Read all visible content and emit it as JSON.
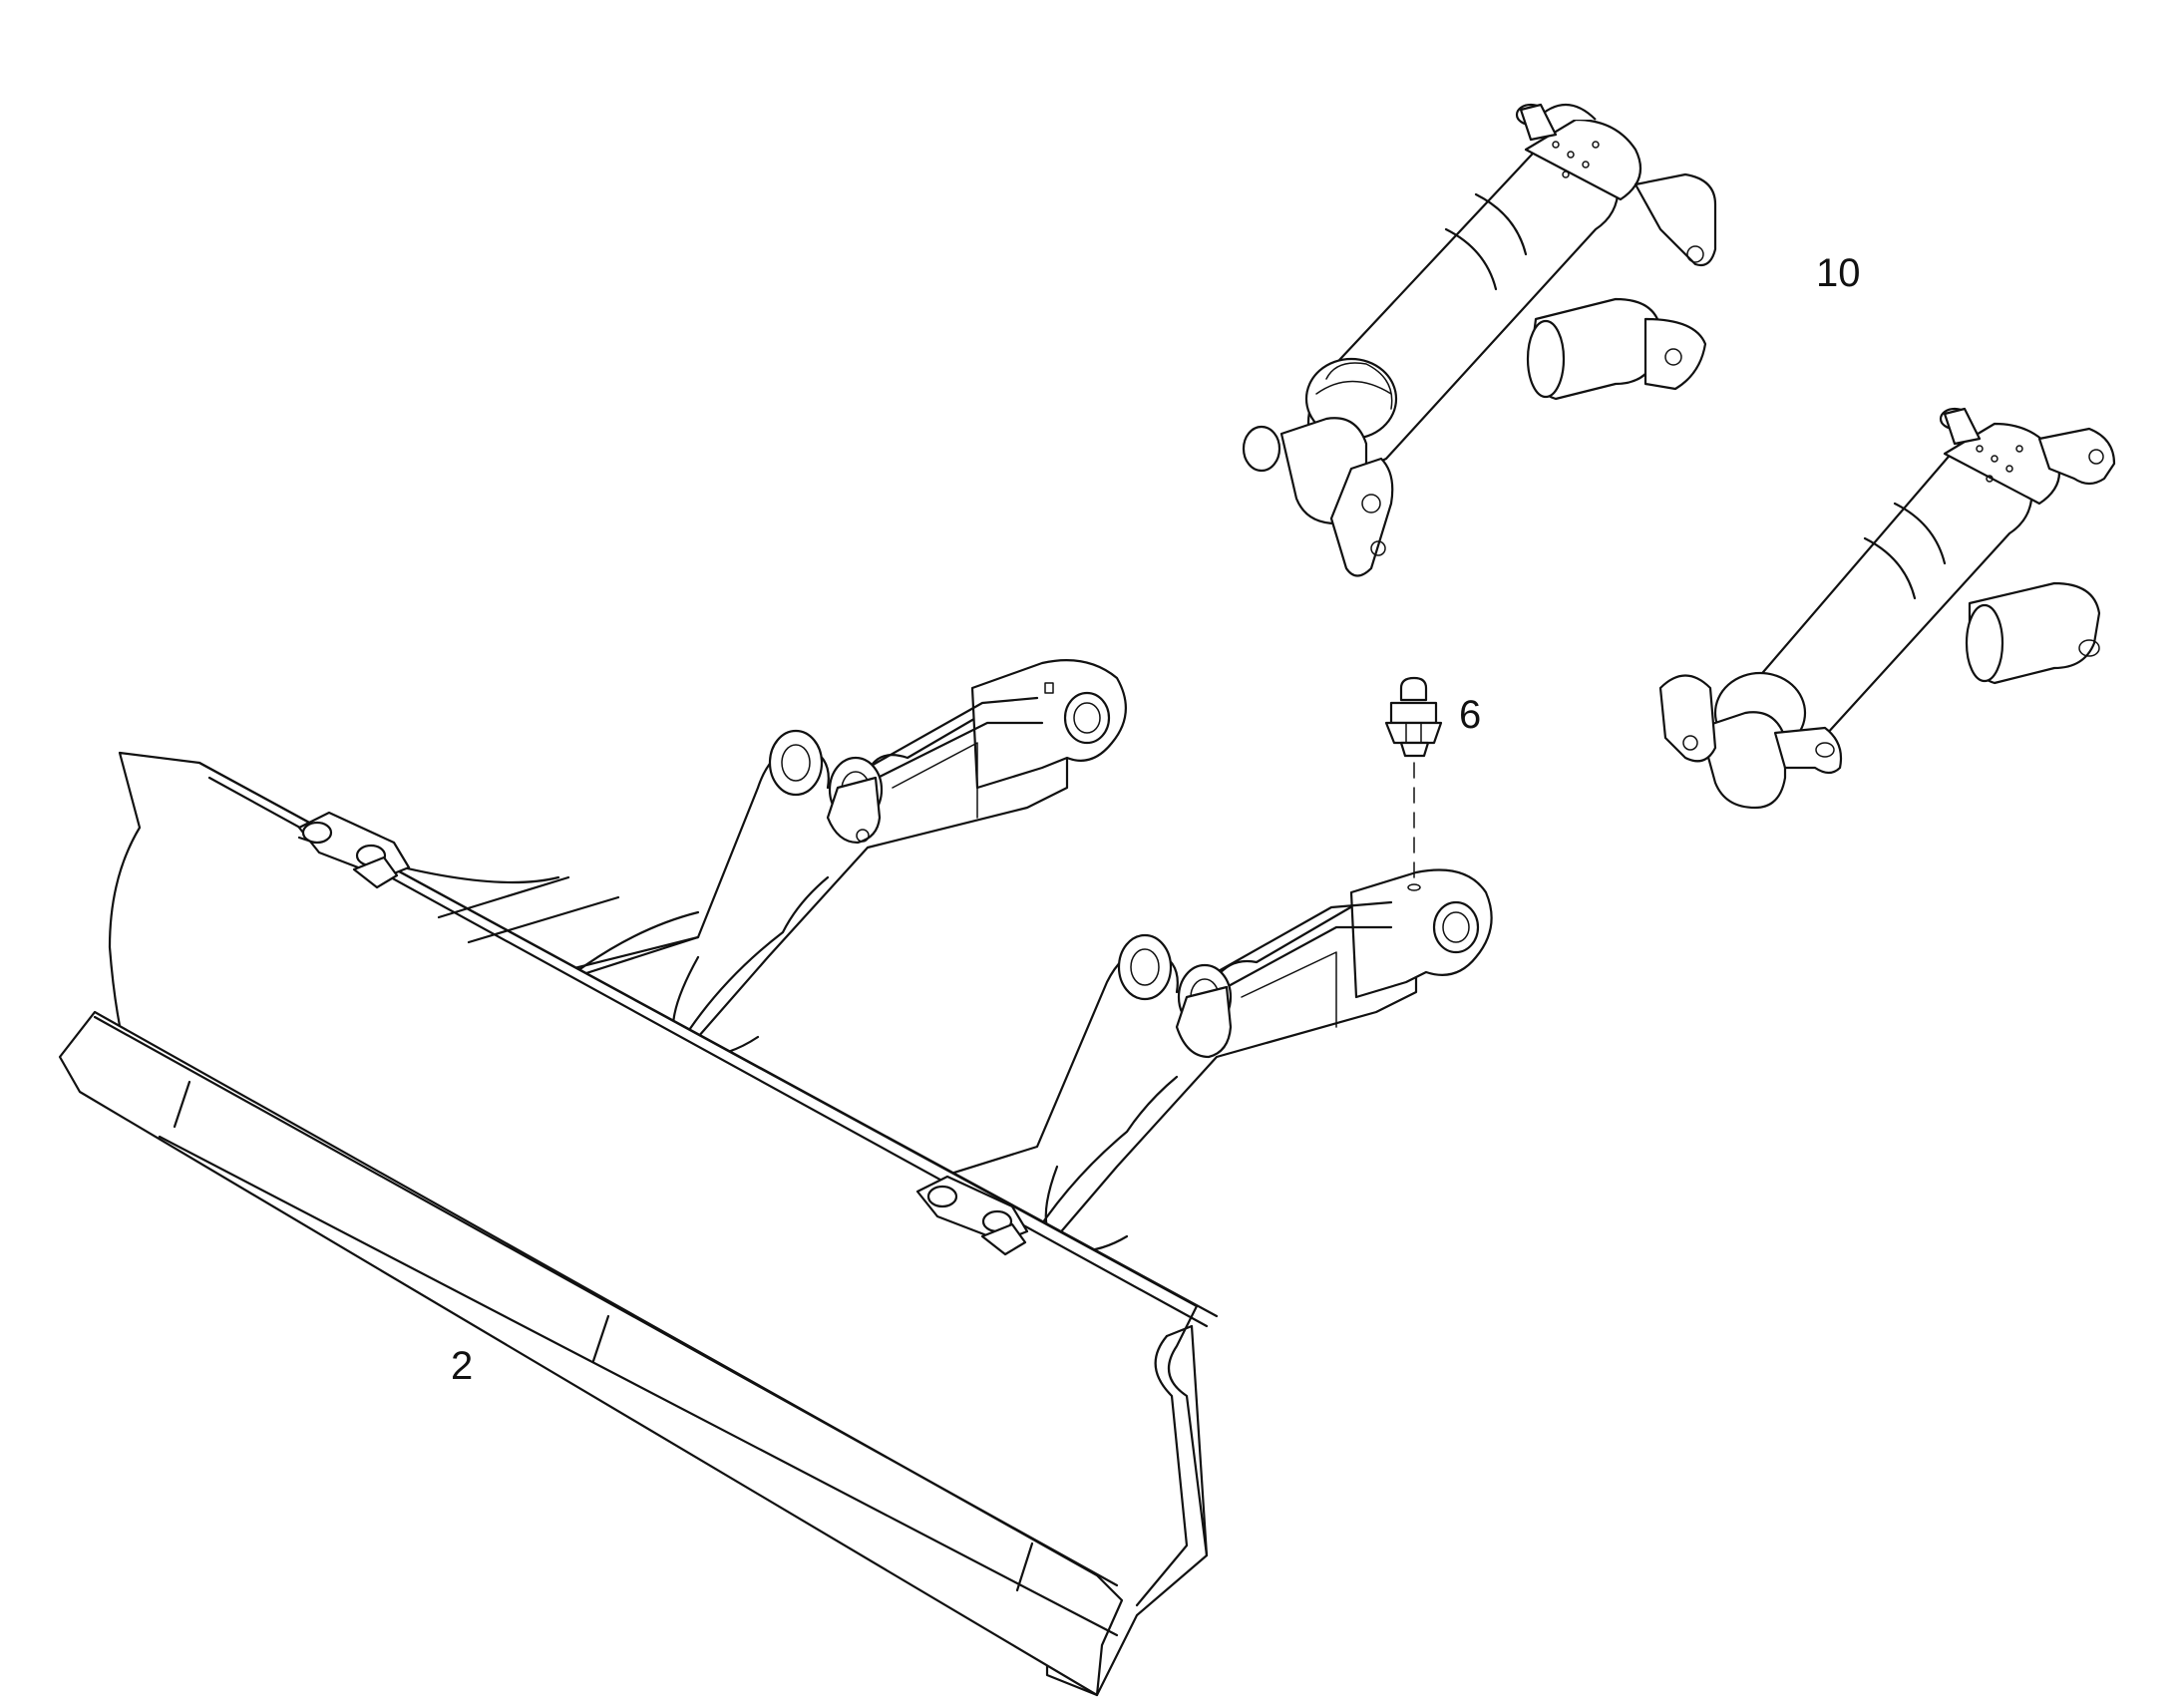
{
  "diagram": {
    "callouts": [
      {
        "id": "2",
        "text": "2",
        "part": "dozer-blade"
      },
      {
        "id": "6",
        "text": "6",
        "part": "grease-fitting"
      },
      {
        "id": "10",
        "text": "10",
        "part": "hydraulic-cylinder"
      }
    ],
    "line_color": "#111111",
    "background": "#ffffff"
  }
}
